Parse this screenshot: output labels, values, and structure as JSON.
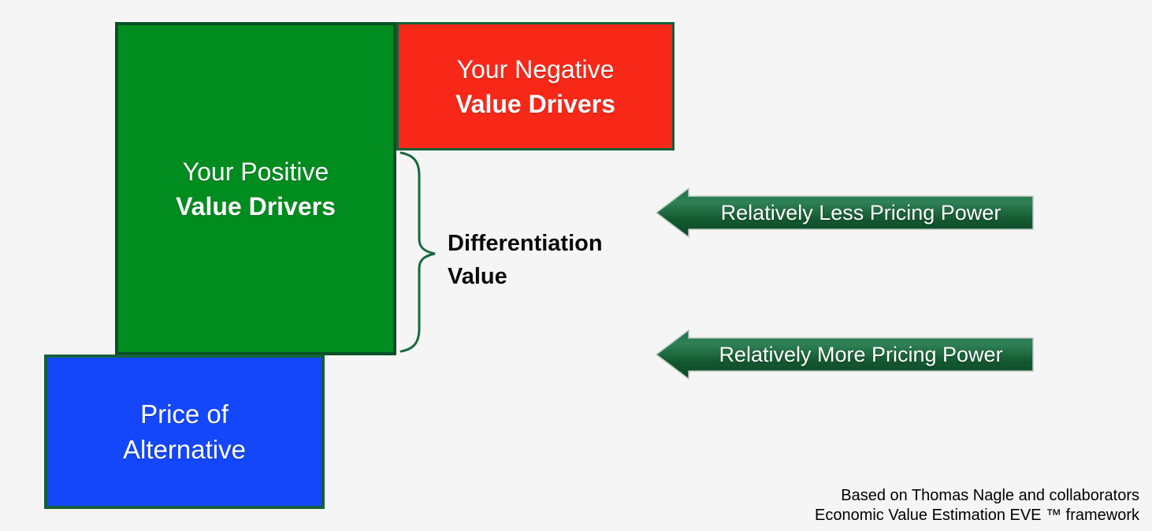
{
  "title": "Economic Value Estimation (EVE) framework diagram",
  "colors": {
    "background": "#f5f5f5",
    "positive_box_fill": "#008c1e",
    "positive_box_border": "#0b4f28",
    "negative_box_fill": "#f82819",
    "negative_box_border": "#14603a",
    "price_box_fill": "#1446fa",
    "price_box_border": "#14603a",
    "arrow_fill_top": "#2f8156",
    "arrow_fill_bottom": "#0a4828",
    "arrow_outline": "#bccac0",
    "brace_stroke": "#176940",
    "box_text": "#ffffff",
    "label_text": "#000000"
  },
  "boxes": {
    "positive": {
      "line1": "Your Positive",
      "line2": "Value Drivers"
    },
    "negative": {
      "line1": "Your Negative",
      "line2": "Value Drivers"
    },
    "price": {
      "line1": "Price of",
      "line2": "Alternative"
    }
  },
  "differentiation_label": {
    "line1": "Differentiation",
    "line2": "Value"
  },
  "arrows": [
    {
      "label": "Relatively Less Pricing Power"
    },
    {
      "label": "Relatively More Pricing Power"
    }
  ],
  "attribution": {
    "line1": "Based on Thomas Nagle and collaborators",
    "line2": "Economic Value Estimation EVE ™ framework"
  }
}
